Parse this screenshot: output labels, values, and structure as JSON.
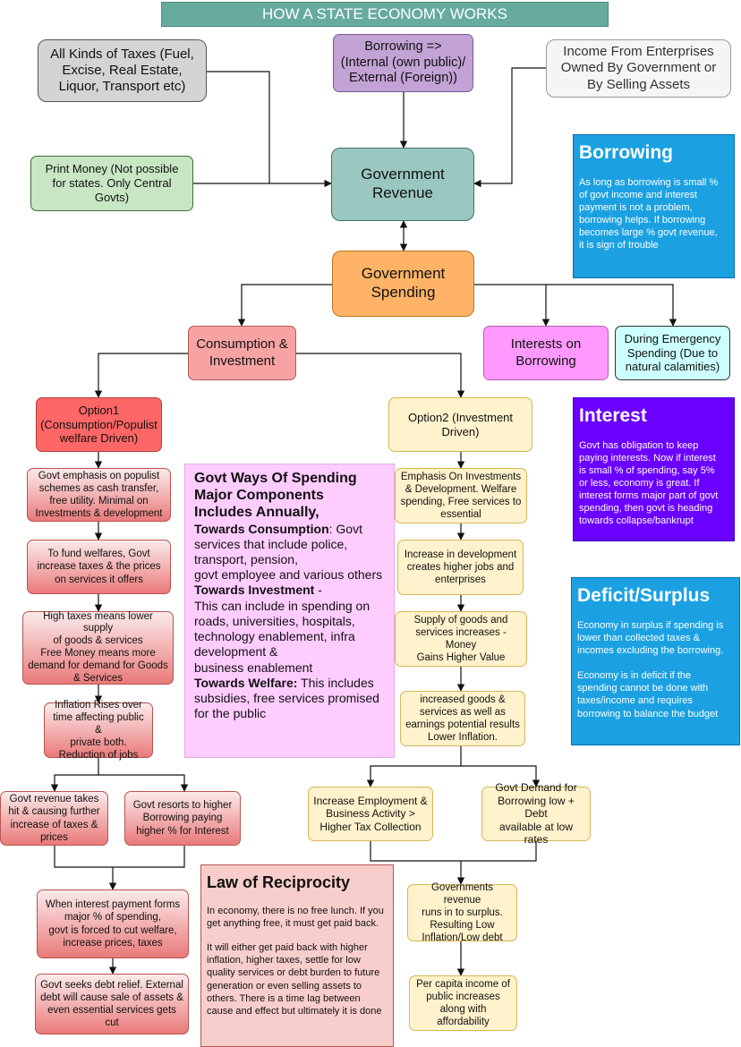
{
  "title": "HOW A STATE ECONOMY WORKS",
  "sources": {
    "taxes": "All Kinds of Taxes (Fuel,\nExcise, Real Estate,\nLiquor, Transport etc)",
    "borrowing": "Borrowing =>\n(Internal (own public)/\nExternal (Foreign))",
    "enterprises": "Income From Enterprises\nOwned By Government or\nBy Selling Assets",
    "print_money": "Print Money (Not possible\nfor states. Only Central\nGovts)"
  },
  "revenue": "Government\nRevenue",
  "spending": "Government\nSpending",
  "consumption": "Consumption &\nInvestment",
  "interests_on_borrowing": "Interests on\nBorrowing",
  "emergency": "During Emergency\nSpending (Due to\nnatural calamities)",
  "option1": {
    "title": "Option1\n(Consumption/Populist\nwelfare Driven)",
    "steps": [
      "Govt emphasis on populist\nschemes as cash transfer,\nfree utility. Minimal on\nInvestments & development",
      "To fund welfares, Govt\nincrease taxes & the prices\non services it offers",
      "High taxes means lower supply\nof goods & services\nFree Money means more\ndemand for demand for Goods\n& Services",
      "Inflation Rises over\ntime affecting public &\nprivate both.\nReduction of jobs"
    ],
    "branch_left": "Govt revenue takes\nhit & causing further\nincrease of taxes &\nprices",
    "branch_right": "Govt resorts to higher\nBorrowing paying\nhigher % for Interest",
    "interest_burden": "When interest payment forms\nmajor % of spending,\ngovt is forced to cut welfare,\nincrease prices, taxes",
    "debt_relief": "Govt seeks debt relief. External\ndebt will cause sale of assets &\neven essential services gets\ncut"
  },
  "option2": {
    "title": "Option2 (Investment\nDriven)",
    "steps": [
      "Emphasis On Investments\n& Development.  Welfare\nspending, Free services to\nessential",
      "Increase in development\ncreates higher jobs and\nenterprises",
      "Supply of goods and\nservices increases - Money\nGains Higher Value",
      "increased goods &\nservices as well as\nearnings potential results\nLower  Inflation."
    ],
    "branch_left": "Increase Employment &\nBusiness Activity >\nHigher Tax Collection",
    "branch_right": "Govt Demand for\nBorrowing low + Debt\navailable at low rates",
    "surplus": "Governments revenue\nruns in to surplus.\nResulting Low\nInflation/Low debt",
    "per_capita": "Per capita income of\npublic increases\nalong with\naffordability"
  },
  "ways": {
    "heading": "Govt Ways Of Spending\nMajor  Components\nIncludes Annually,",
    "consumption_label": "Towards Consumption",
    "consumption_text": ": Govt services that include police, transport, pension,\ngovt employee and various others",
    "investment_label": "Towards Investment",
    "investment_text": " -\nThis can include in spending on roads, universities, hospitals, technology enablement, infra development &\nbusiness enablement",
    "welfare_label": "Towards Welfare:",
    "welfare_text": " This includes subsidies, free services promised for the public"
  },
  "reciprocity": {
    "heading": "Law of Reciprocity",
    "p1": "In economy, there is no free lunch. If you get anything free, it must get paid back.",
    "p2": "It will either get paid back with higher inflation, higher taxes, settle for low quality services or debt burden to future generation or even selling assets to others. There is a time lag between cause and effect but ultimately it is done"
  },
  "info_boxes": {
    "borrowing": {
      "heading": "Borrowing",
      "text": "As long as borrowing is small %\nof govt income and interest\npayment is not a problem,\nborrowing helps. If borrowing\nbecomes large % govt revenue,\nit is sign of trouble"
    },
    "interest": {
      "heading": "Interest",
      "text": "Govt has obligation to keep\npaying interests. Now if interest\nis small % of spending, say 5%\nor less, economy is great. If\ninterest forms major part of govt\nspending, then govt is heading\ntowards collapse/bankrupt"
    },
    "deficit": {
      "heading": "Deficit/Surplus",
      "text": "Economy in surplus if spending is\nlower than collected taxes &\nincomes excluding the borrowing.\n\nEconomy is in deficit if the\nspending cannot be done with\ntaxes/income and requires\nborrowing to balance the budget"
    }
  },
  "colors": {
    "title_bg": "#67ab9f",
    "revenue_bg": "#9ac7bf",
    "spending_bg": "#ffb366",
    "consumption_bg": "#f8a3a3",
    "interests_bg": "#ff99ff",
    "emergency_bg": "#ccffff",
    "option1_bg": "#ff6666",
    "yellow_bg": "#fff2cc",
    "ways_bg": "#ffccff",
    "reciprocity_bg": "#f8cecc",
    "borrowing_info_bg": "#1ba1e2",
    "interest_info_bg": "#6a00ff",
    "deficit_info_bg": "#1ba1e2"
  }
}
